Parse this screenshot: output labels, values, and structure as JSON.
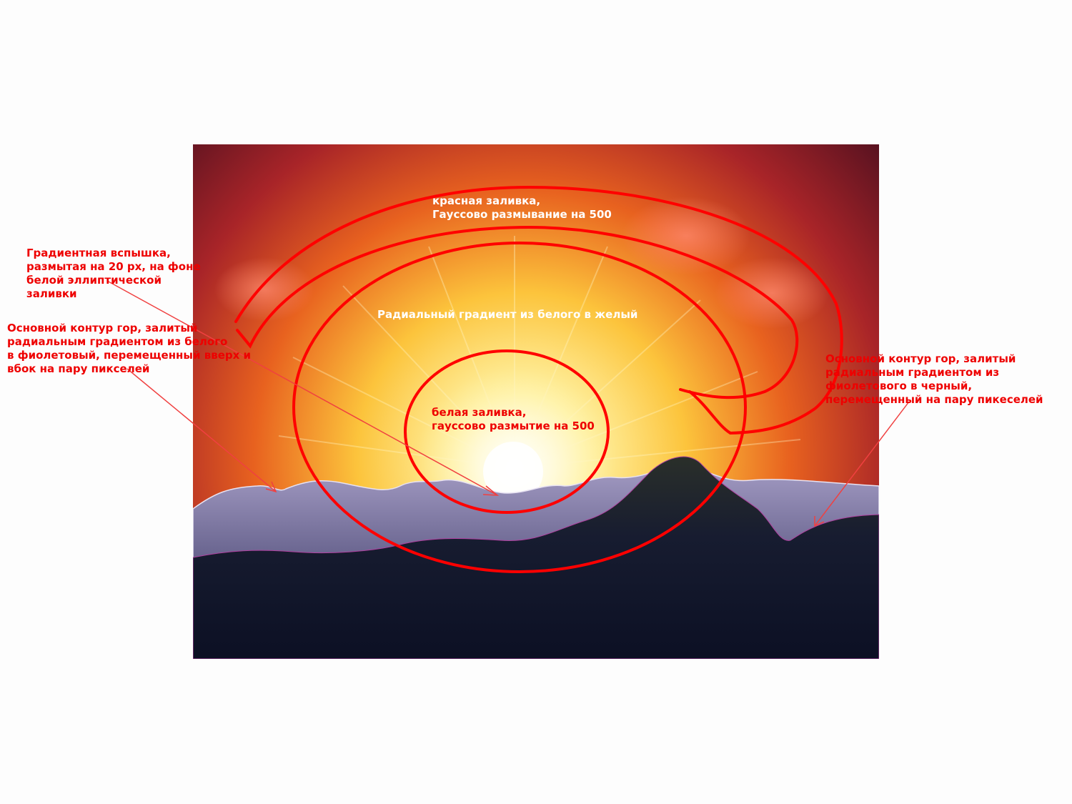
{
  "colors": {
    "annotation": "#ee0000",
    "annotation_line": "#f04040",
    "sky_dark": "#3a0b1d",
    "sky_red": "#c82a1c",
    "glow_yellow": "#ffe060",
    "sun_white": "#fffdf0",
    "mountain_back": "#8a82ad",
    "mountain_front": "#141a2e"
  },
  "annotations": {
    "red_fill": "красная заливка,\nГауссово размывание на 500",
    "radial_gradient": "Радиальный градиент из белого в желый",
    "white_fill": "белая заливка,\nгауссово размытие на 500",
    "flash": "Градиентная вспышка,\nразмытая на 20 px, на фоне\nбелой эллиптической\nзаливки",
    "mountains_back": "Основной контур гор, залитый\nрадиальным градиентом из белого\nв фиолетовый, перемещенный вверх и\nвбок на пару пикселей",
    "mountains_front": "Основной контур гор, залитый\nрадиальным градиентом из\nфиолетового в черный,\nперемещенный на пару пикеселей"
  }
}
